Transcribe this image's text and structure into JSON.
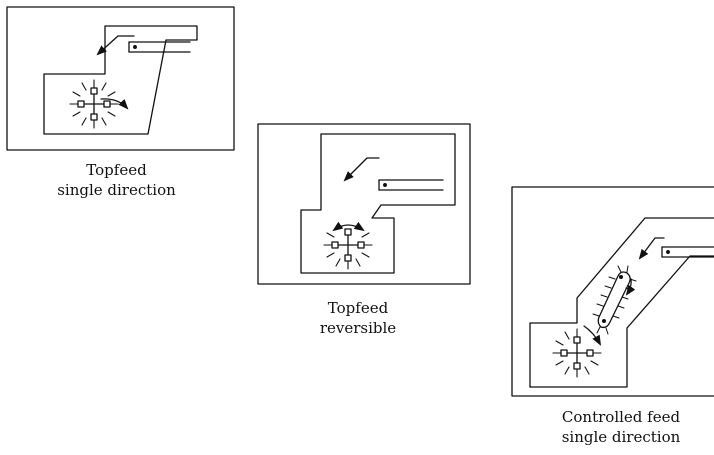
{
  "panels": [
    {
      "caption_line1": "Topfeed",
      "caption_line2": "single direction"
    },
    {
      "caption_line1": "Topfeed",
      "caption_line2": "reversible"
    },
    {
      "caption_line1": "Controlled feed",
      "caption_line2": "single direction"
    }
  ]
}
